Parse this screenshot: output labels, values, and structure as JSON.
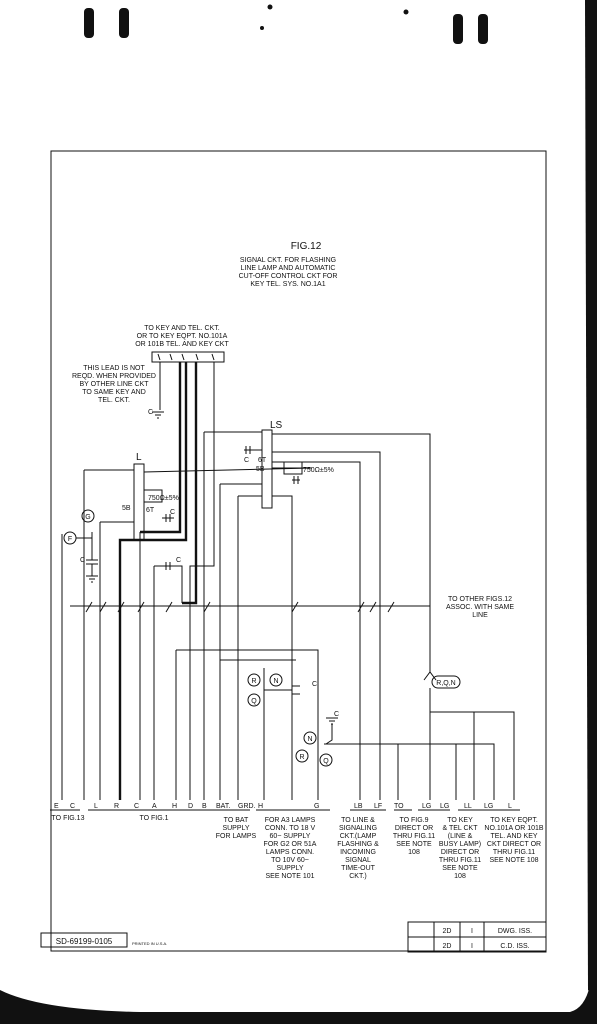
{
  "fig": {
    "title": "FIG.12",
    "subtitle": [
      "SIGNAL CKT. FOR FLASHING",
      "LINE LAMP AND AUTOMATIC",
      "CUT-OFF CONTROL CKT FOR",
      "KEY TEL. SYS. NO.1A1"
    ]
  },
  "notes": {
    "top_key": [
      "TO KEY AND TEL. CKT.",
      "OR TO KEY EQPT. NO.101A",
      "OR 101B TEL. AND KEY CKT"
    ],
    "lead_note": [
      "THIS LEAD IS NOT",
      "REQD. WHEN PROVIDED",
      "BY OTHER LINE CKT",
      "TO SAME KEY AND",
      "TEL. CKT."
    ],
    "other_figs": [
      "TO OTHER FIGS.12",
      "ASSOC. WITH SAME",
      "LINE"
    ]
  },
  "relays": {
    "ls": "LS",
    "l": "L",
    "ls_res": "750Ω±5%",
    "l_res": "750Ω±5%",
    "ls_6t": "6T",
    "ls_5b": "5B",
    "l_5b": "5B",
    "l_6t": "6T"
  },
  "symbols": {
    "g": "G",
    "f": "F",
    "r": "R",
    "n": "N",
    "q": "Q",
    "rqn": "R,Q,N",
    "c": "C"
  },
  "terminals": [
    "E",
    "C",
    "L",
    "R",
    "C",
    "A",
    "H",
    "D",
    "B",
    "BAT.",
    "GRD.",
    "H",
    "G",
    "LB",
    "LF",
    "TO",
    "LG",
    "LG",
    "LL",
    "LG",
    "L"
  ],
  "bottom_labels": {
    "fig13": "TO FIG.13",
    "fig1": "TO FIG.1",
    "bat": [
      "TO BAT",
      "SUPPLY",
      "FOR LAMPS"
    ],
    "a3": [
      "FOR A3 LAMPS",
      "CONN. TO 18 V",
      "60~ SUPPLY",
      "FOR G2 OR 51A",
      "LAMPS CONN.",
      "TO 10V 60~",
      "SUPPLY",
      "SEE NOTE 101"
    ],
    "line_sig": [
      "TO LINE &",
      "SIGNALING",
      "CKT.(LAMP",
      "FLASHING &",
      "INCOMING",
      "SIGNAL",
      "TIME-OUT",
      "CKT.)"
    ],
    "fig9": [
      "TO FIG.9",
      "DIRECT OR",
      "THRU FIG.11",
      "SEE NOTE",
      "108"
    ],
    "key_tel": [
      "TO KEY",
      "& TEL CKT",
      "(LINE &",
      "BUSY LAMP)",
      "DIRECT OR",
      "THRU FIG.11",
      "SEE NOTE",
      "108"
    ],
    "key_eqpt": [
      "TO KEY EQPT.",
      "NO.101A OR 101B",
      "TEL. AND KEY",
      "CKT DIRECT OR",
      "THRU FIG.11",
      "SEE NOTE 108"
    ]
  },
  "footer": {
    "drawing_no": "SD-69199-0105",
    "printed": "PRINTED IN U.S.A.",
    "rows": [
      {
        "a": "2D",
        "b": "I",
        "c": "DWG. ISS."
      },
      {
        "a": "2D",
        "b": "I",
        "c": "C.D. ISS."
      }
    ]
  }
}
